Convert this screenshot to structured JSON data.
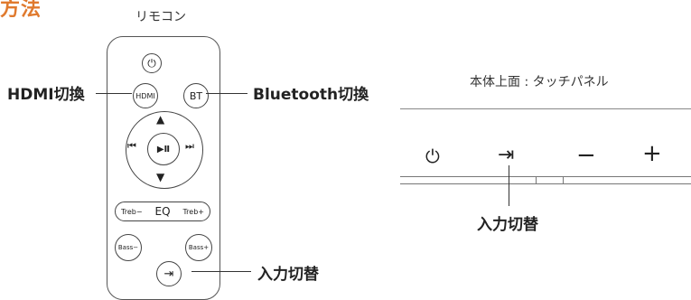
{
  "title": "方法",
  "remote": {
    "caption": "リモコン",
    "power_icon": "⏻",
    "hdmi_button": "HDMI",
    "bt_button": "BT",
    "play_pause": "▶Ⅱ",
    "prev": "⏮",
    "next": "⏭",
    "up": "▲",
    "down": "▼",
    "treb_minus": "Treb−",
    "eq": "EQ",
    "treb_plus": "Treb+",
    "bass_minus": "Bass−",
    "bass_plus": "Bass+",
    "input_icon": "⇥"
  },
  "callouts": {
    "hdmi": "HDMI切換",
    "bluetooth": "Bluetooth切換",
    "input_remote": "入力切替",
    "input_panel": "入力切替"
  },
  "panel": {
    "caption": "本体上面 : タッチパネル",
    "power": "⏻",
    "input": "⇥",
    "minus": "−",
    "plus": "+"
  }
}
